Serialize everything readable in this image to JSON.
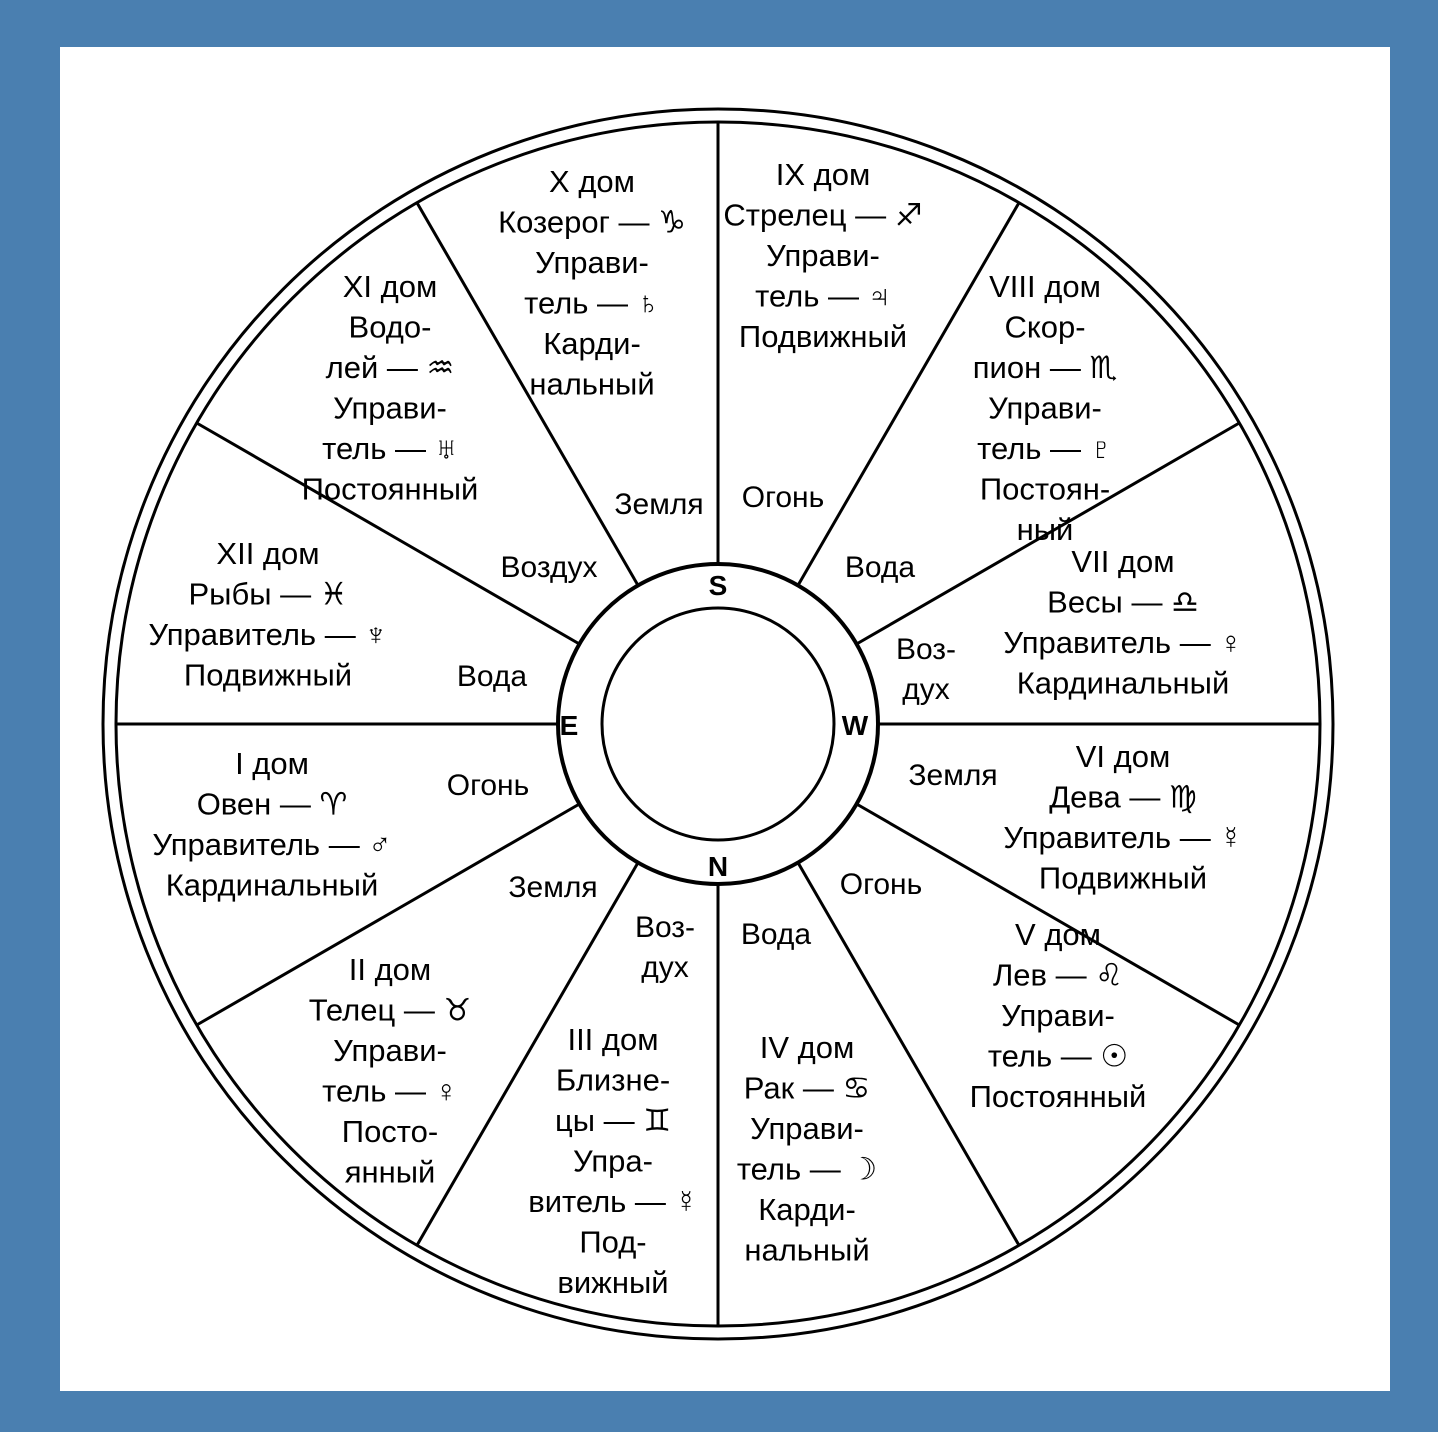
{
  "wheel": {
    "directions": {
      "south": "S",
      "west": "W",
      "north": "N",
      "east": "E"
    },
    "houses": [
      {
        "id": "x",
        "lines": [
          "X дом",
          "Козерог — ♑",
          "Управи-",
          "тель — ♄",
          "Карди-",
          "нальный"
        ],
        "element": "Земля"
      },
      {
        "id": "ix",
        "lines": [
          "IX дом",
          "Стрелец — ♐",
          "Управи-",
          "тель — ♃",
          "Подвижный"
        ],
        "element": "Огонь"
      },
      {
        "id": "viii",
        "lines": [
          "VIII дом",
          "Скор-",
          "пион — ♏",
          "Управи-",
          "тель — ♇",
          "Постоян-",
          "ный"
        ],
        "element": "Вода"
      },
      {
        "id": "vii",
        "lines": [
          "VII дом",
          "Весы — ♎",
          "Управитель — ♀",
          "Кардинальный"
        ],
        "element": [
          "Воз-",
          "дух"
        ]
      },
      {
        "id": "vi",
        "lines": [
          "VI дом",
          "Дева — ♍",
          "Управитель — ☿",
          "Подвижный"
        ],
        "element": "Земля"
      },
      {
        "id": "v",
        "lines": [
          "V дом",
          "Лев — ♌",
          "Управи-",
          "тель — ☉",
          "Постоянный"
        ],
        "element": "Огонь"
      },
      {
        "id": "iv",
        "lines": [
          "IV дом",
          "Рак — ♋",
          "Управи-",
          "тель — ☽",
          "Карди-",
          "нальный"
        ],
        "element": "Вода"
      },
      {
        "id": "iii",
        "lines": [
          "III дом",
          "Близне-",
          "цы — ♊",
          "Упра-",
          "витель — ☿",
          "Под-",
          "вижный"
        ],
        "element": [
          "Воз-",
          "дух"
        ]
      },
      {
        "id": "ii",
        "lines": [
          "II дом",
          "Телец — ♉",
          "Управи-",
          "тель — ♀",
          "Посто-",
          "янный"
        ],
        "element": "Земля"
      },
      {
        "id": "i",
        "lines": [
          "I дом",
          "Овен — ♈",
          "Управитель — ♂",
          "Кардинальный"
        ],
        "element": "Огонь"
      },
      {
        "id": "xii",
        "lines": [
          "XII дом",
          "Рыбы — ♓",
          "Управитель — ♆",
          "Подвижный"
        ],
        "element": "Вода"
      },
      {
        "id": "xi",
        "lines": [
          "XI дом",
          "Водо-",
          "лей — ♒",
          "Управи-",
          "тель — ♅",
          "Постоянный"
        ],
        "element": "Воздух"
      }
    ]
  }
}
